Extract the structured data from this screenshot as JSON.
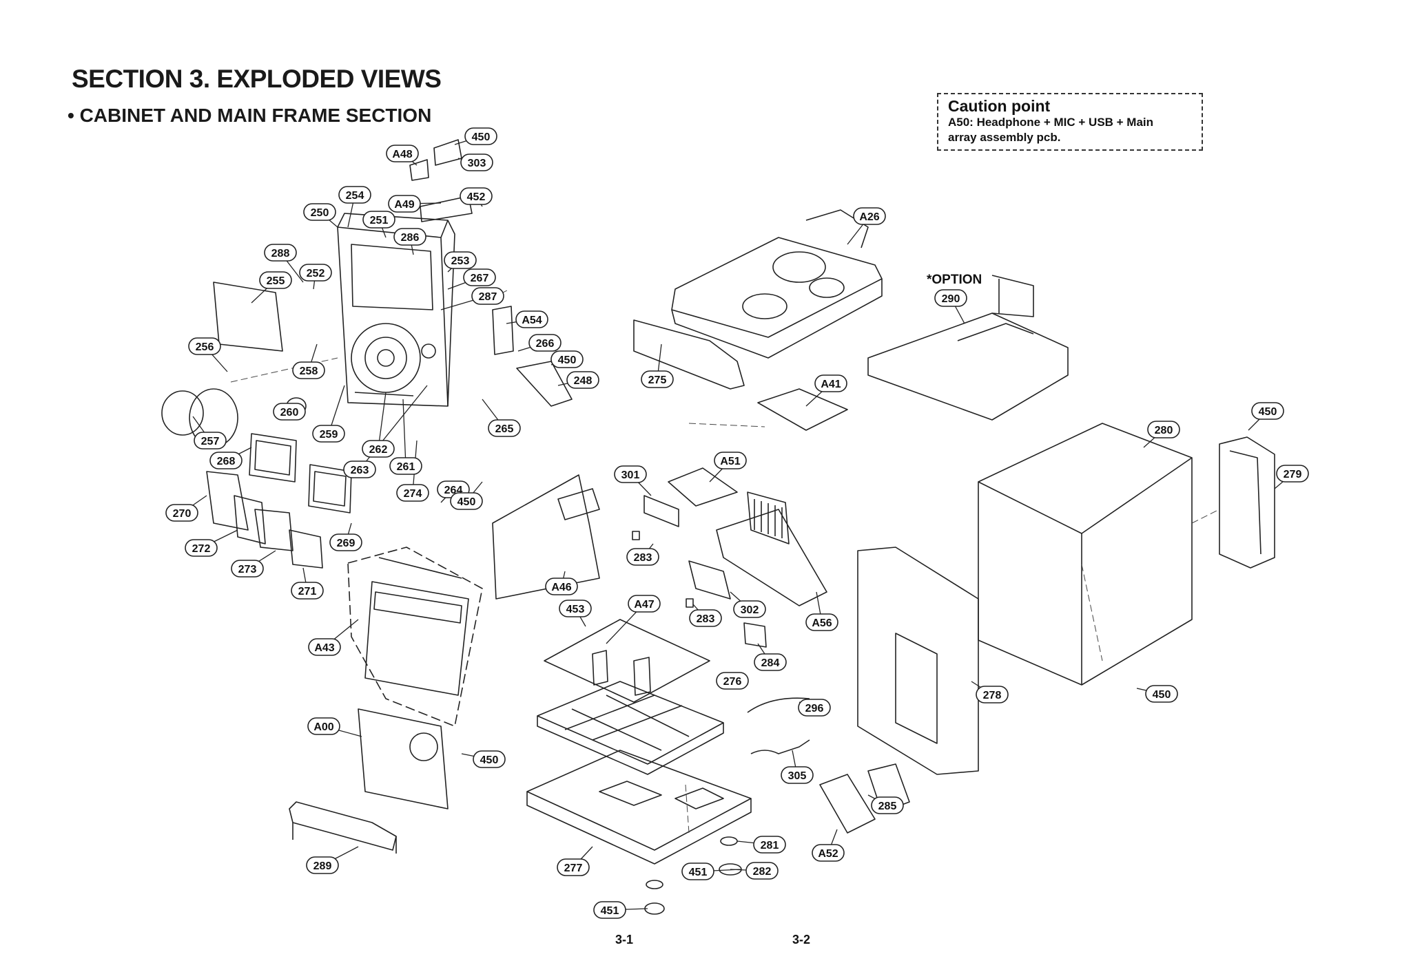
{
  "header": {
    "title": "SECTION 3. EXPLODED VIEWS",
    "subtitle": "• CABINET AND MAIN FRAME SECTION"
  },
  "caution": {
    "title": "Caution point",
    "line1": "A50: Headphone + MIC + USB + Main",
    "line2": "array assembly pcb."
  },
  "option_label": "*OPTION",
  "footer": {
    "page_left": "3-1",
    "page_right": "3-2"
  },
  "callouts": [
    "450",
    "A48",
    "303",
    "254",
    "A49",
    "452",
    "250",
    "251",
    "286",
    "253",
    "288",
    "252",
    "267",
    "255",
    "287",
    "A54",
    "266",
    "450",
    "256",
    "258",
    "248",
    "260",
    "265",
    "259",
    "257",
    "262",
    "268",
    "261",
    "263",
    "264",
    "274",
    "270",
    "450",
    "269",
    "272",
    "273",
    "271",
    "A43",
    "A00",
    "450",
    "289",
    "A26",
    "275",
    "A41",
    "290",
    "301",
    "A51",
    "283",
    "A46",
    "302",
    "283",
    "A56",
    "453",
    "A47",
    "284",
    "276",
    "296",
    "277",
    "281",
    "451",
    "282",
    "451",
    "305",
    "278",
    "285",
    "A52",
    "280",
    "450",
    "279",
    "450"
  ],
  "colors": {
    "ink": "#222222",
    "paper": "#ffffff"
  }
}
